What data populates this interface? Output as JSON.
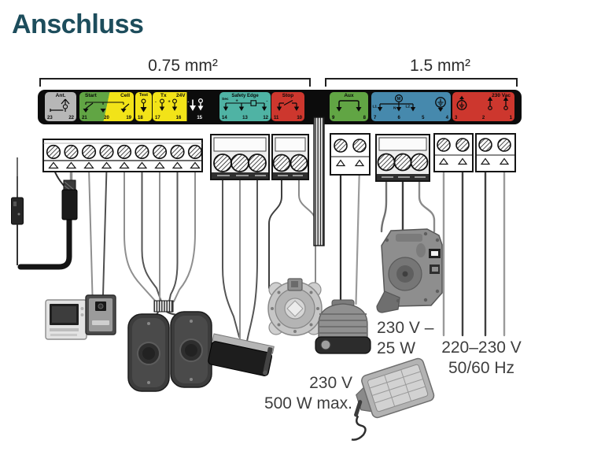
{
  "page": {
    "title": "Anschluss"
  },
  "brackets": {
    "left_label": "0.75 mm²",
    "right_label": "1.5 mm²"
  },
  "strip": {
    "sections": [
      {
        "name": "antenna",
        "label": "Ant.",
        "terminals": [
          "23",
          "22"
        ]
      },
      {
        "name": "start-cell",
        "label_start": "Start",
        "label_cell": "Cell",
        "terminals": [
          "21",
          "20",
          "19"
        ]
      },
      {
        "name": "test",
        "label": "Test",
        "terminals": [
          "18"
        ]
      },
      {
        "name": "tx-24v",
        "label_tx": "Tx",
        "label_24v": "24V",
        "mark_minus": "-",
        "mark_plus": "+",
        "mark_minus_24v": "-",
        "terminals": [
          "17",
          "16",
          "15"
        ]
      },
      {
        "name": "safety-edge",
        "label": "Safety Edge",
        "sublabel": "Sec",
        "mark_plus": "+",
        "mark_minus": "-",
        "terminals": [
          "14",
          "13",
          "12"
        ]
      },
      {
        "name": "stop",
        "label": "Stop",
        "terminals": [
          "11",
          "10"
        ]
      },
      {
        "name": "aux",
        "label": "Aux",
        "terminals": [
          "9",
          "8"
        ]
      },
      {
        "name": "motor-output",
        "motor_letter": "M",
        "phase_labels": [
          "L1",
          "N",
          "L2"
        ],
        "terminals": [
          "7",
          "6",
          "5",
          "4"
        ]
      },
      {
        "name": "mains",
        "label": "230 Vac",
        "terminals": [
          "3",
          "2",
          "1"
        ]
      }
    ]
  },
  "annotations": {
    "beacon_line1": "230 V –",
    "beacon_line2": "25 W",
    "supply_line1": "220–230 V",
    "supply_line2": "50/60 Hz",
    "light_line1": "230 V",
    "light_line2": "500 W max."
  },
  "colors": {
    "title": "#1d4d5c",
    "strip_background": "#0c0c0c",
    "antenna_gray": "#b7b7b7",
    "contact_green": "#61a544",
    "contact_yellow": "#f2e318",
    "safety_teal": "#4fb3a4",
    "stop_red": "#cd372e",
    "motor_blue": "#4689ad",
    "mains_red": "#cd372e"
  },
  "icons": {
    "antenna-icon": "rod antenna on mast clamp",
    "coax-cable-icon": "coaxial antenna cable",
    "video-intercom-icon": "video door monitor",
    "door-station-icon": "door entry panel",
    "photocell-pair-icon": "photocell transmitter and receiver",
    "safety-edge-icon": "rubber safety edge profile",
    "limit-motor-icon": "round release / limit device",
    "beacon-lamp-icon": "flashing warning lamp",
    "gate-motor-icon": "gate drive motor",
    "floodlight-icon": "courtesy flood light",
    "earth-icon": "protective earth symbol",
    "motor-m-icon": "motor M in circle"
  }
}
